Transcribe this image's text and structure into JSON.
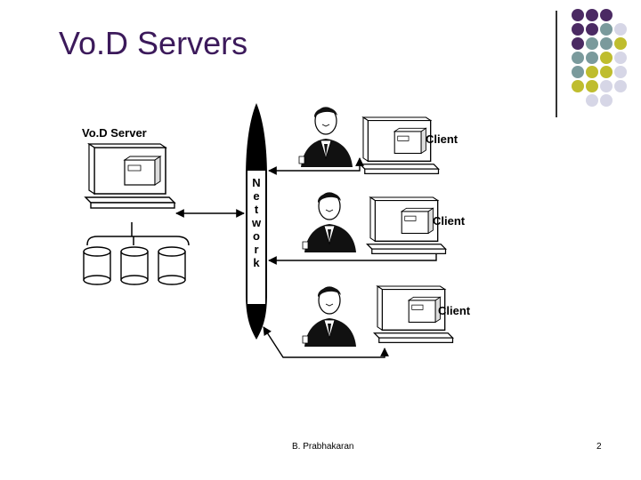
{
  "slide": {
    "title": "Vo.D Servers",
    "author": "B. Prabhakaran",
    "page_number": "2"
  },
  "diagram": {
    "server_label": "Vo.D Server",
    "network_letters": [
      "N",
      "e",
      "t",
      "w",
      "o",
      "r",
      "k"
    ],
    "client_label": "Client",
    "clients": [
      {
        "label": "Client"
      },
      {
        "label": "Client"
      },
      {
        "label": "Client"
      }
    ]
  },
  "decoration": {
    "colors": {
      "title": "#3c1a5b",
      "purple": "#4b2a63",
      "teal": "#7a9a9c",
      "olive": "#bfbd2e",
      "lavender": "#d6d6e6"
    }
  }
}
